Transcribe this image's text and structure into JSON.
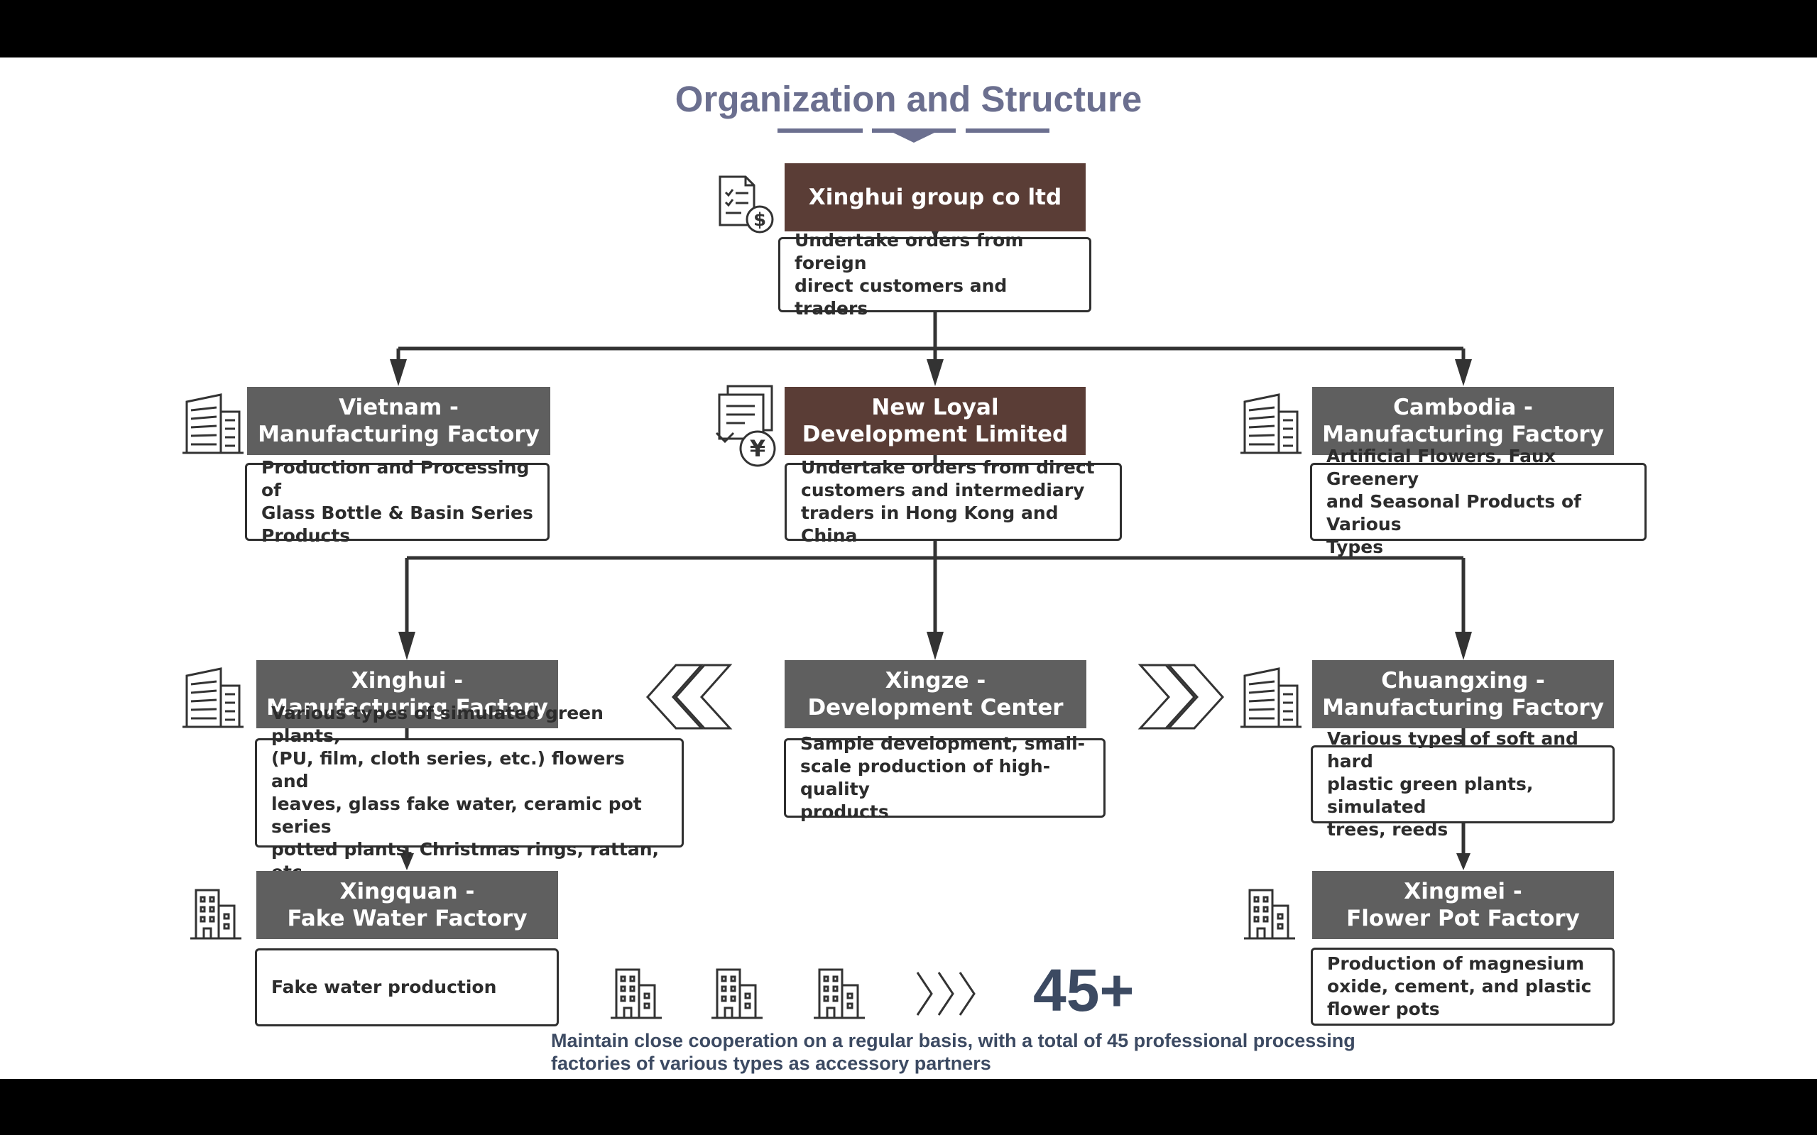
{
  "title": "Organization and Structure",
  "colors": {
    "accent": "#6b6f8f",
    "brown": "#5a3d36",
    "gray": "#5f5f5f",
    "line": "#333333",
    "number": "#3c4a62"
  },
  "nodes": {
    "group": {
      "name": "Xinghui group co ltd",
      "desc": [
        "Undertake orders from foreign",
        "direct customers and traders"
      ],
      "icon": "invoice-dollar-icon"
    },
    "vietnam": {
      "name": [
        "Vietnam -",
        "Manufacturing Factory"
      ],
      "desc": [
        "Production and Processing of",
        "Glass Bottle & Basin Series",
        "Products"
      ],
      "icon": "building-icon"
    },
    "newloyal": {
      "name": [
        "New Loyal",
        "Development Limited"
      ],
      "desc": [
        "Undertake orders from direct",
        "customers and intermediary",
        "traders in Hong Kong and China"
      ],
      "icon": "document-yen-icon"
    },
    "cambodia": {
      "name": [
        "Cambodia -",
        "Manufacturing Factory"
      ],
      "desc": [
        "Artificial Flowers, Faux Greenery",
        "and Seasonal Products of Various",
        "Types"
      ],
      "icon": "building-icon"
    },
    "xinghui": {
      "name": [
        "Xinghui -",
        "Manufacturing Factory"
      ],
      "desc": [
        "Various types of simulated green plants,",
        "(PU, film, cloth series, etc.) flowers and",
        "leaves, glass fake water, ceramic pot series",
        "potted plants, Christmas rings, rattan, etc"
      ],
      "icon": "building-icon"
    },
    "xingze": {
      "name": [
        "Xingze -",
        "Development Center"
      ],
      "desc": [
        "Sample development, small-",
        "scale production of high-quality",
        "products"
      ]
    },
    "chuangxing": {
      "name": [
        "Chuangxing -",
        "Manufacturing Factory"
      ],
      "desc": [
        "Various types of soft and hard",
        "plastic green plants, simulated",
        "trees, reeds"
      ],
      "icon": "building-icon"
    },
    "xingquan": {
      "name": [
        "Xingquan -",
        "Fake Water Factory"
      ],
      "desc": [
        "Fake water production"
      ],
      "icon": "small-building-icon"
    },
    "xingmei": {
      "name": [
        "Xingmei -",
        "Flower Pot Factory"
      ],
      "desc": [
        "Production of magnesium",
        "oxide, cement, and plastic",
        "flower pots"
      ],
      "icon": "small-building-icon"
    }
  },
  "footer": {
    "count": "45+",
    "text": [
      "Maintain close cooperation on a regular basis, with a total of 45 professional processing",
      "factories of various types as accessory partners"
    ]
  }
}
